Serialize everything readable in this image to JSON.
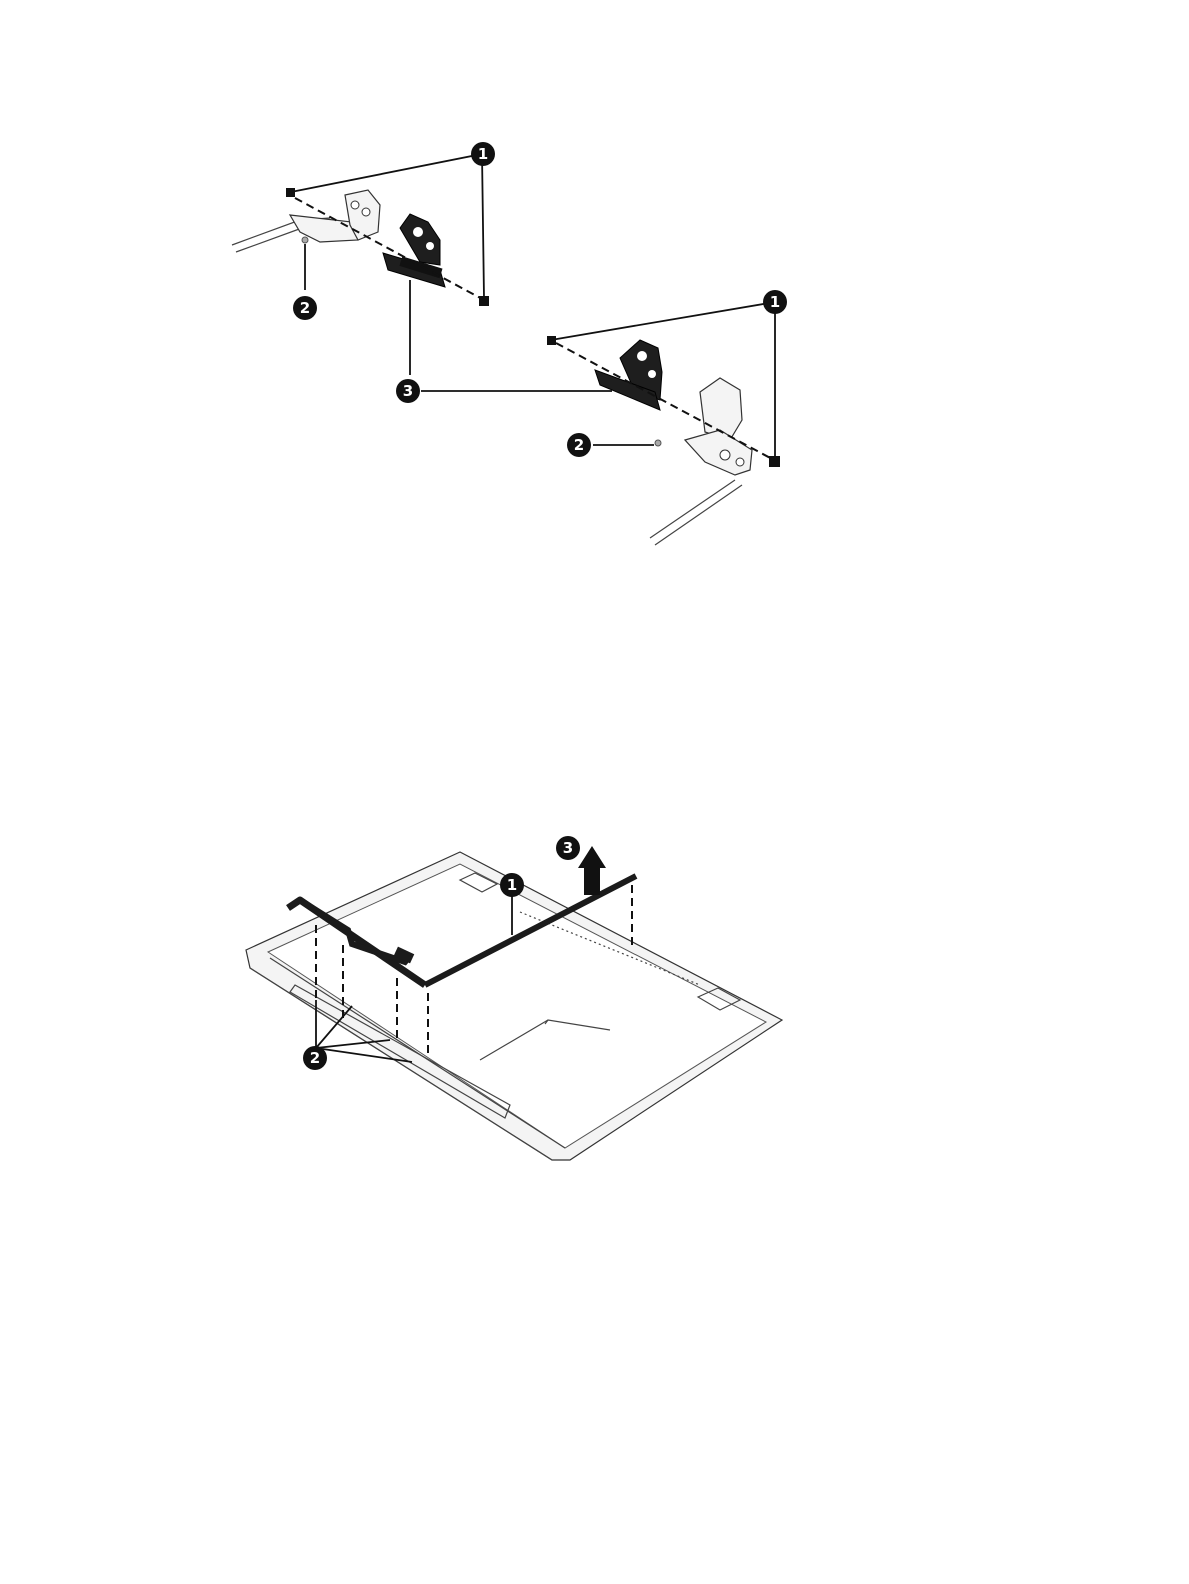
{
  "figures": [
    {
      "id": "hinge-removal",
      "callouts": [
        {
          "label": "1"
        },
        {
          "label": "2"
        },
        {
          "label": "3"
        },
        {
          "label": "1"
        },
        {
          "label": "2"
        }
      ]
    },
    {
      "id": "antenna-removal",
      "callouts": [
        {
          "label": "1"
        },
        {
          "label": "2"
        },
        {
          "label": "3"
        }
      ]
    }
  ],
  "colors": {
    "ink": "#111111",
    "part_dark": "#1e1e1e",
    "part_light": "#f4f4f4"
  }
}
